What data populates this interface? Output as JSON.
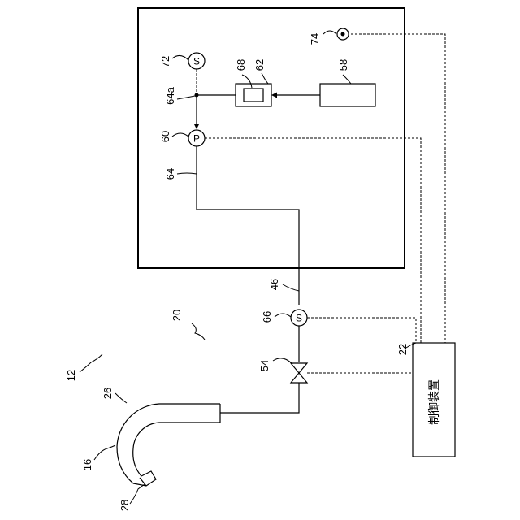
{
  "labels": {
    "r12": "12",
    "r16": "16",
    "r20": "20",
    "r22": "22",
    "r26": "26",
    "r28": "28",
    "r46": "46",
    "r54": "54",
    "r58": "58",
    "r60": "60",
    "r62": "62",
    "r64": "64",
    "r64a": "64a",
    "r66": "66",
    "r68": "68",
    "r72": "72",
    "r74": "74"
  },
  "symbols": {
    "pump": "P",
    "sensor_72": "S",
    "sensor_66": "S"
  },
  "controller": {
    "text": "制御装置"
  }
}
